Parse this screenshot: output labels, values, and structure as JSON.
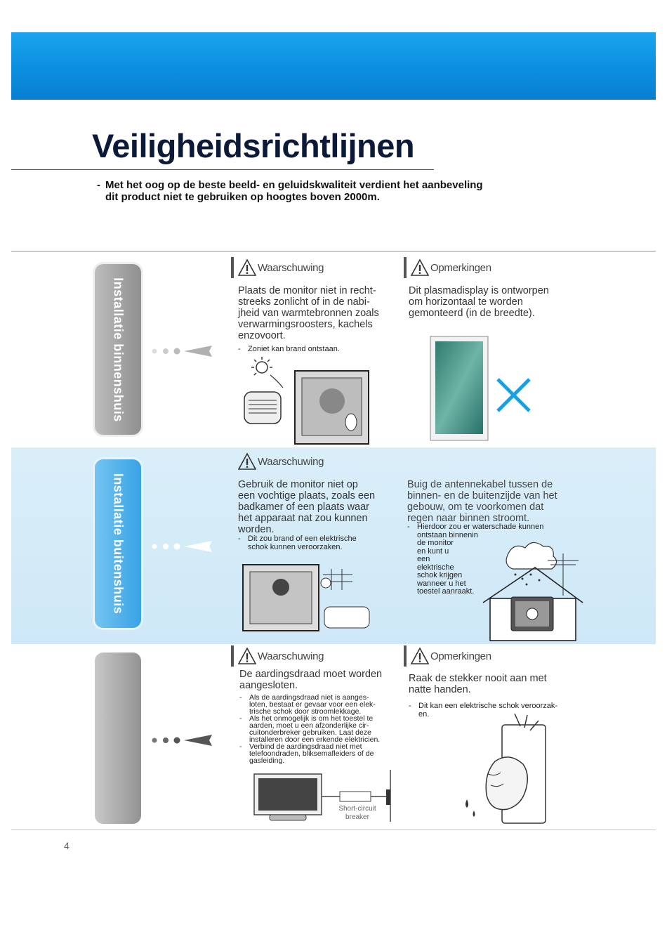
{
  "page": {
    "title": "Veiligheidsrichtlijnen",
    "intro_dash": "-",
    "intro_line1": "Met het oog op de beste beeld- en geluidskwaliteit verdient het aanbeveling",
    "intro_line2": "dit product niet te gebruiken op hoogtes boven 2000m.",
    "page_number": "4",
    "accent_color": "#0c8ee0"
  },
  "sections": [
    {
      "tab_label": "Installatie binnenshuis",
      "left": {
        "header": "Waarschuwing",
        "body": [
          "Plaats de monitor niet in recht-",
          "streeks zonlicht of in de nabi-",
          "jheid van warmtebronnen zoals",
          "verwarmingsroosters,  kachels",
          "enzovoort."
        ],
        "notes": [
          [
            "Zoniet kan brand ontstaan."
          ]
        ]
      },
      "right": {
        "header": "Opmerkingen",
        "body": [
          "Dit plasmadisplay is ontworpen",
          "om horizontaal te worden",
          "gemonteerd (in de breedte)."
        ]
      }
    },
    {
      "tab_label": "Installatie buitenshuis",
      "left": {
        "header": "Waarschuwing",
        "body": [
          "Gebruik de monitor niet op",
          "een vochtige plaats, zoals een",
          "badkamer of een plaats waar",
          "het apparaat nat zou kunnen",
          "worden."
        ],
        "notes": [
          [
            "Dit zou brand of een elektrische",
            "schok kunnen veroorzaken."
          ]
        ]
      },
      "right": {
        "body": [
          "Buig  de  antennekabel  tussen  de",
          "binnen- en de buitenzijde van het",
          "gebouw,  om  te  voorkomen  dat",
          "regen naar binnen stroomt."
        ],
        "notes": [
          [
            "Hierdoor  zou  er  waterschade  kunnen",
            "ontstaan binnenin",
            "de monitor",
            "en kunt u",
            "een",
            "elektrische",
            "schok krijgen",
            "wanneer u het",
            "toestel aanraakt."
          ]
        ]
      }
    },
    {
      "tab_label": "",
      "left": {
        "header": "Waarschuwing",
        "body": [
          "De  aardingsdraad  moet  worden",
          "aangesloten."
        ],
        "notes": [
          [
            "Als  de  aardingsdraad  niet  is  aanges-",
            "loten, bestaat er gevaar voor een elek-",
            "trische schok door stroomlekkage."
          ],
          [
            "Als het onmogelijk is om het toestel te",
            "aarden,  moet  u  een  afzonderlijke  cir-",
            "cuitonderbreker  gebruiken.  Laat  deze",
            "installeren door een erkende elektricien."
          ],
          [
            "Verbind   de   aardingsdraad   niet   met",
            "telefoondraden, bliksemafleiders of de",
            "gasleiding."
          ]
        ],
        "figure_label": [
          "Short-circuit",
          "breaker"
        ]
      },
      "right": {
        "header": "Opmerkingen",
        "body": [
          "Raak de stekker nooit aan met",
          "natte handen."
        ],
        "notes": [
          [
            "Dit kan een elektrische schok veroorzak-",
            "en."
          ]
        ]
      }
    }
  ]
}
